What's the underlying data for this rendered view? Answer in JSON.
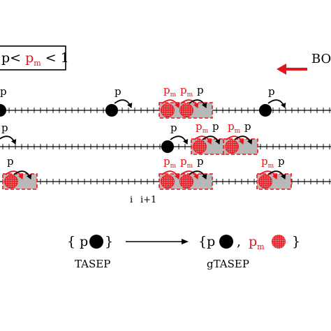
{
  "colors": {
    "ink": "#000000",
    "accent": "#e8141c",
    "highlight": "#b8b8b8",
    "background": "#ffffff"
  },
  "condition": {
    "left": "p< ",
    "pm_main": "p",
    "pm_sub": "m",
    "right": " < 1"
  },
  "direction_label": "BO",
  "rate": {
    "p": "p",
    "pm_main": "p",
    "pm_sub": "m"
  },
  "site_labels": {
    "i": "i",
    "i_plus_1": "i+1"
  },
  "lattice": {
    "rows": [
      {
        "single_particles": [
          3,
          7,
          9
        ],
        "clusters": [
          {
            "start": 4,
            "size": 2,
            "labels": [
              "pm",
              "pm",
              "p"
            ]
          }
        ],
        "free_labels": []
      },
      {
        "single_particles": [
          4
        ],
        "clusters": [
          {
            "start": 5,
            "size": 1,
            "labels": [
              "pm",
              "p"
            ]
          },
          {
            "start": 6,
            "size": 1,
            "labels": [
              "pm",
              "p"
            ]
          }
        ],
        "free_labels": [
          0
        ]
      },
      {
        "single_particles": [],
        "clusters": [
          {
            "start": 0,
            "size": 1,
            "labels": [
              "p"
            ]
          },
          {
            "start": 4,
            "size": 2,
            "labels": [
              "pm",
              "pm",
              "p"
            ]
          },
          {
            "start": 7,
            "size": 1,
            "labels": [
              "pm",
              "p"
            ]
          }
        ],
        "free_labels": []
      }
    ]
  },
  "legend": {
    "tasep_open": "{ p",
    "tasep_label": "TASEP",
    "gtasep_open": "{p",
    "gtasep_comma": ",",
    "gtasep_pm_main": "p",
    "gtasep_pm_sub": "m",
    "gtasep_close": "}",
    "gtasep_label": "gTASEP"
  }
}
